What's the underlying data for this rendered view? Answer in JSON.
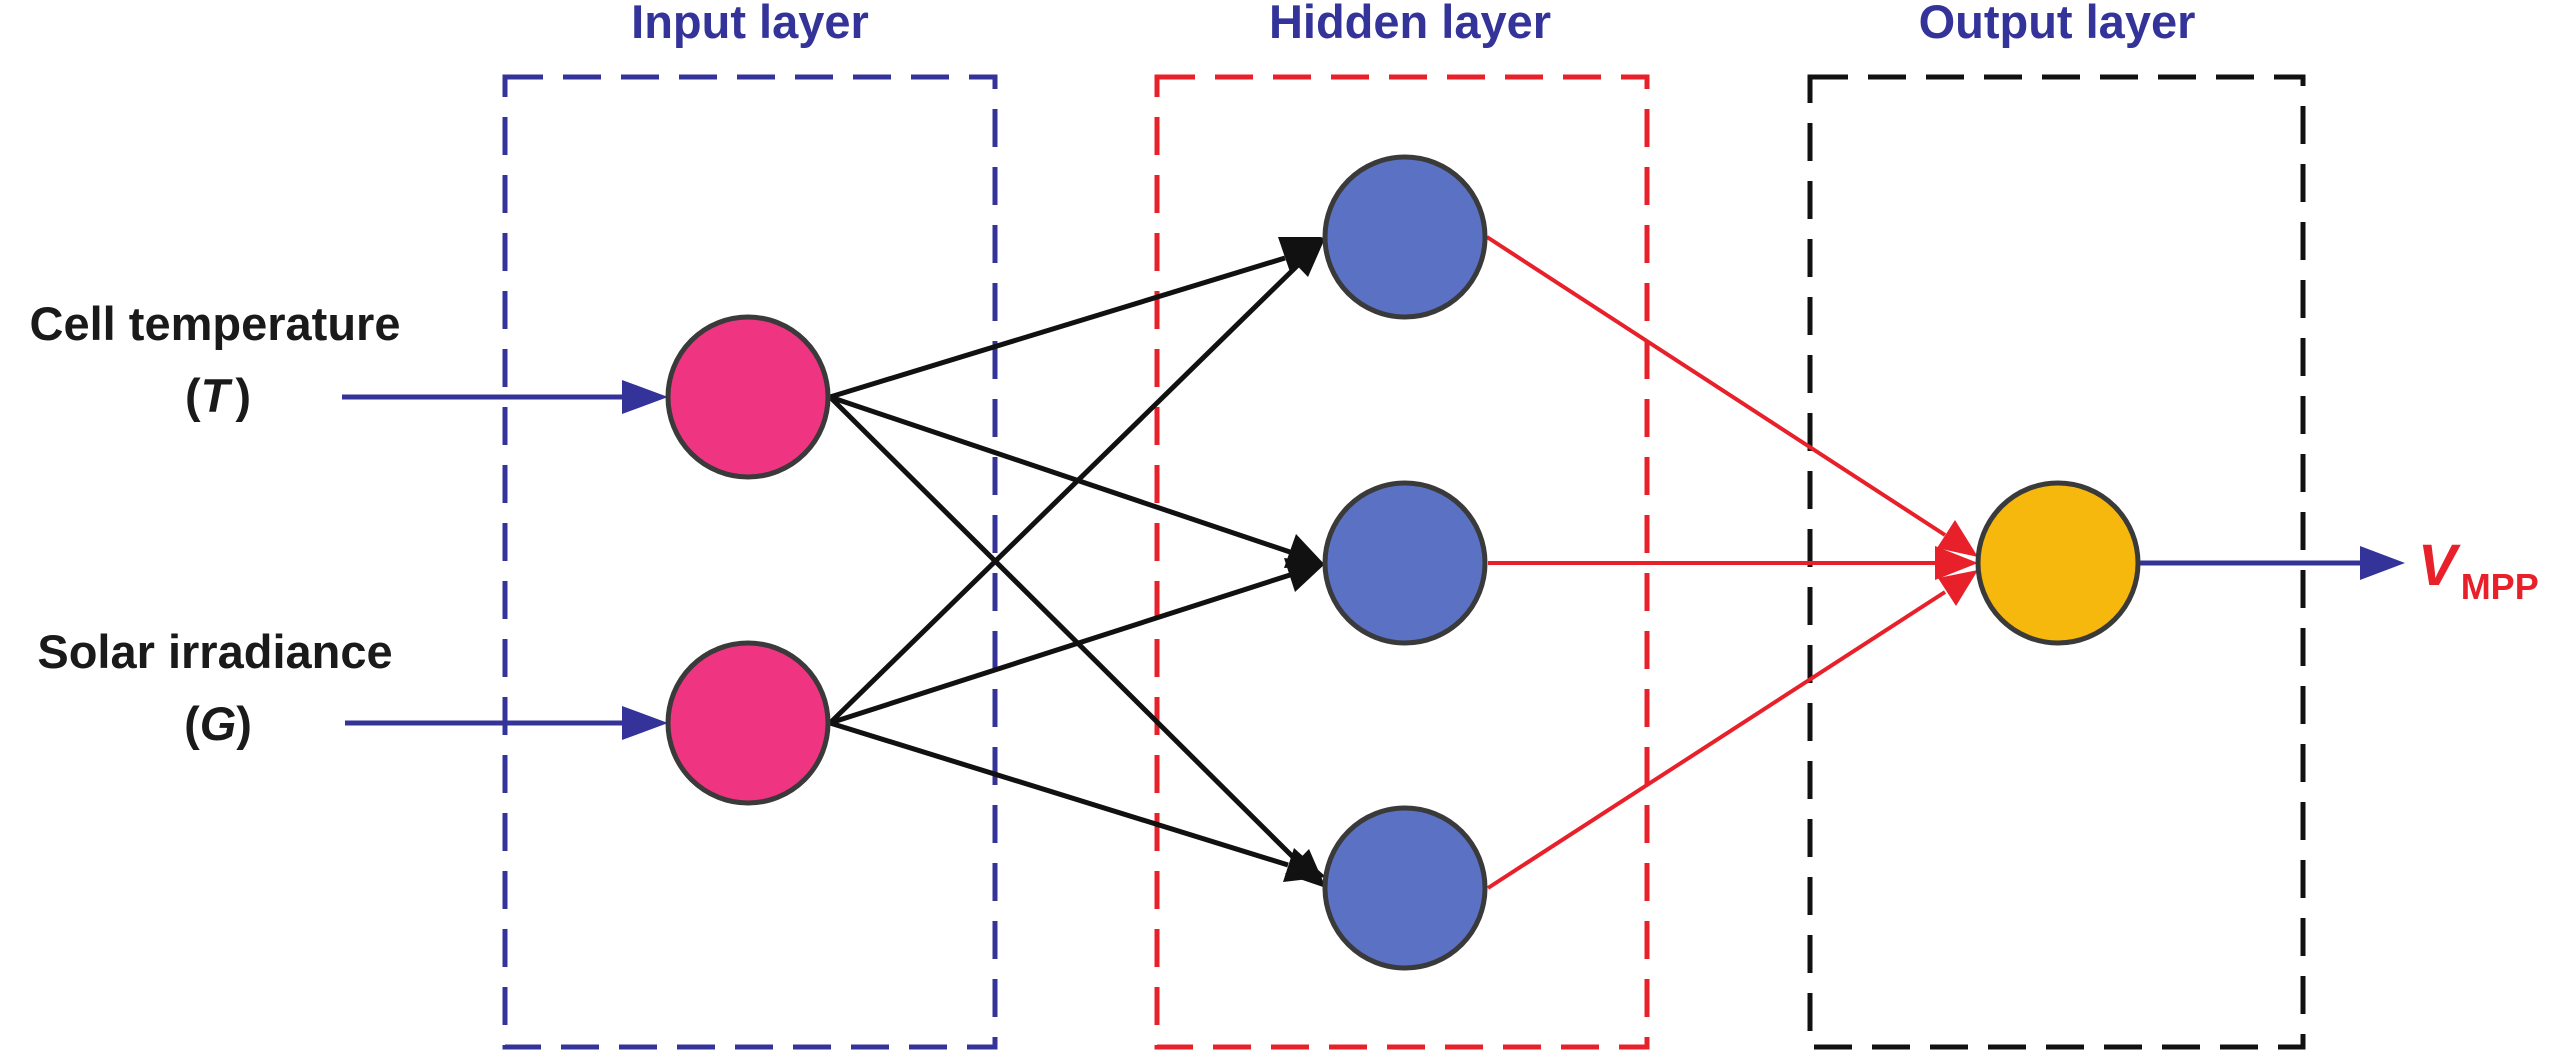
{
  "layers": [
    {
      "title": "Input layer",
      "color": "#333399",
      "box_color": "#333399"
    },
    {
      "title": "Hidden layer",
      "color": "#333399",
      "box_color": "#e8202a"
    },
    {
      "title": "Output layer",
      "color": "#333399",
      "box_color": "#111111"
    }
  ],
  "inputs": [
    {
      "line1": "Cell temperature",
      "paren_open": "(",
      "symbol": "T",
      "paren_close": ")"
    },
    {
      "line1": "Solar irradiance",
      "paren_open": "(",
      "symbol": "G",
      "paren_close": ")"
    }
  ],
  "output": {
    "symbol": "V",
    "subscript": "MPP",
    "color": "#e8202a"
  },
  "colors": {
    "input_node": "#ef3581",
    "hidden_node": "#5b72c4",
    "output_node": "#f7b80e",
    "node_stroke": "#3a3a3a",
    "input_arrow": "#333399",
    "hidden_connection": "#111111",
    "output_connection": "#e8202a"
  },
  "node_counts": {
    "input": 2,
    "hidden": 3,
    "output": 1
  }
}
